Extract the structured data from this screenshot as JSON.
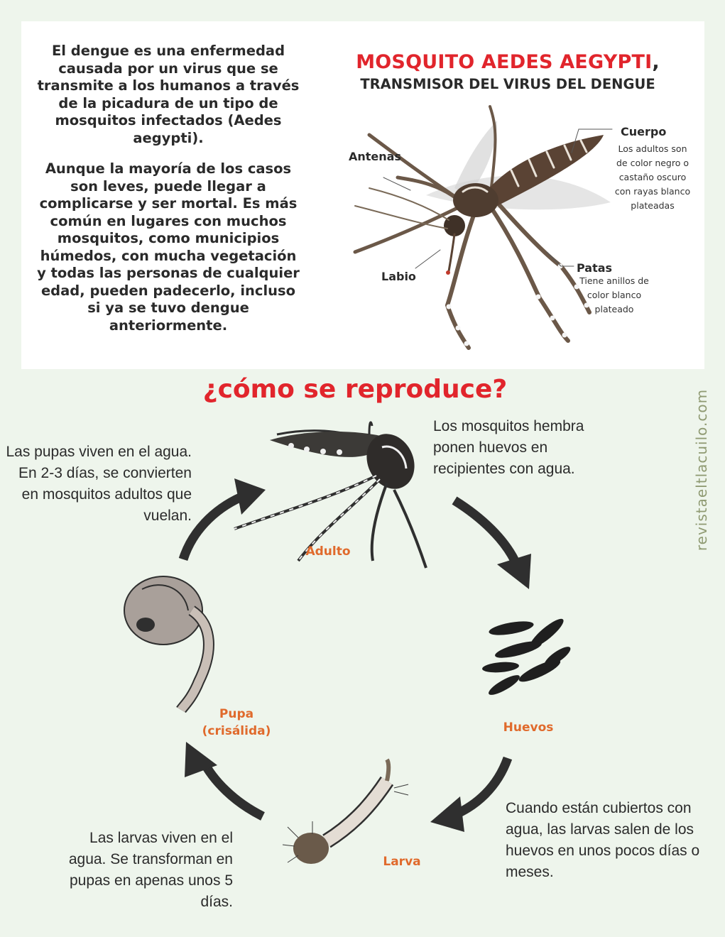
{
  "intro": {
    "paragraph1": "El dengue es una enfermedad causada por un virus que se transmite a los humanos a través de la picadura de un tipo de mosquitos infectados (Aedes aegypti).",
    "paragraph2": "Aunque la mayoría de los casos son leves, puede llegar a complicarse y ser mortal. Es más común en lugares con muchos mosquitos, como municipios húmedos, con mucha vegetación y todas las personas de cualquier edad, pueden padecerlo, incluso si ya se tuvo dengue anteriormente."
  },
  "mosquito": {
    "title": "MOSQUITO AEDES AEGYPTI",
    "title_comma": ",",
    "subtitle": "TRANSMISOR DEL VIRUS DEL DENGUE",
    "labels": {
      "antenas": "Antenas",
      "labio": "Labio",
      "cuerpo": "Cuerpo",
      "cuerpo_desc": "Los adultos son de color negro o castaño oscuro con rayas blanco plateadas",
      "patas": "Patas",
      "patas_desc": "Tiene anillos de color blanco plateado"
    }
  },
  "cycle": {
    "title": "¿cómo se reproduce?",
    "watermark": "revistaeltlacuilo.com",
    "stages": {
      "adulto": "Adulto",
      "huevos": "Huevos",
      "larva": "Larva",
      "pupa": "Pupa (crisálida)"
    },
    "texts": {
      "adulto": "Los mosquitos hembra ponen huevos en recipientes con agua.",
      "huevos": "Cuando están cubiertos con agua, las larvas salen de los huevos en unos pocos días o meses.",
      "larva": "Las larvas viven en el agua. Se transforman en pupas en apenas unos 5 días.",
      "pupa": "Las pupas viven en el agua. En 2-3 días, se convierten en mosquitos adultos que vuelan."
    }
  },
  "colors": {
    "red": "#e1252c",
    "orange": "#e06a2c",
    "dark": "#2a2a2a",
    "background": "#eef5ec"
  }
}
